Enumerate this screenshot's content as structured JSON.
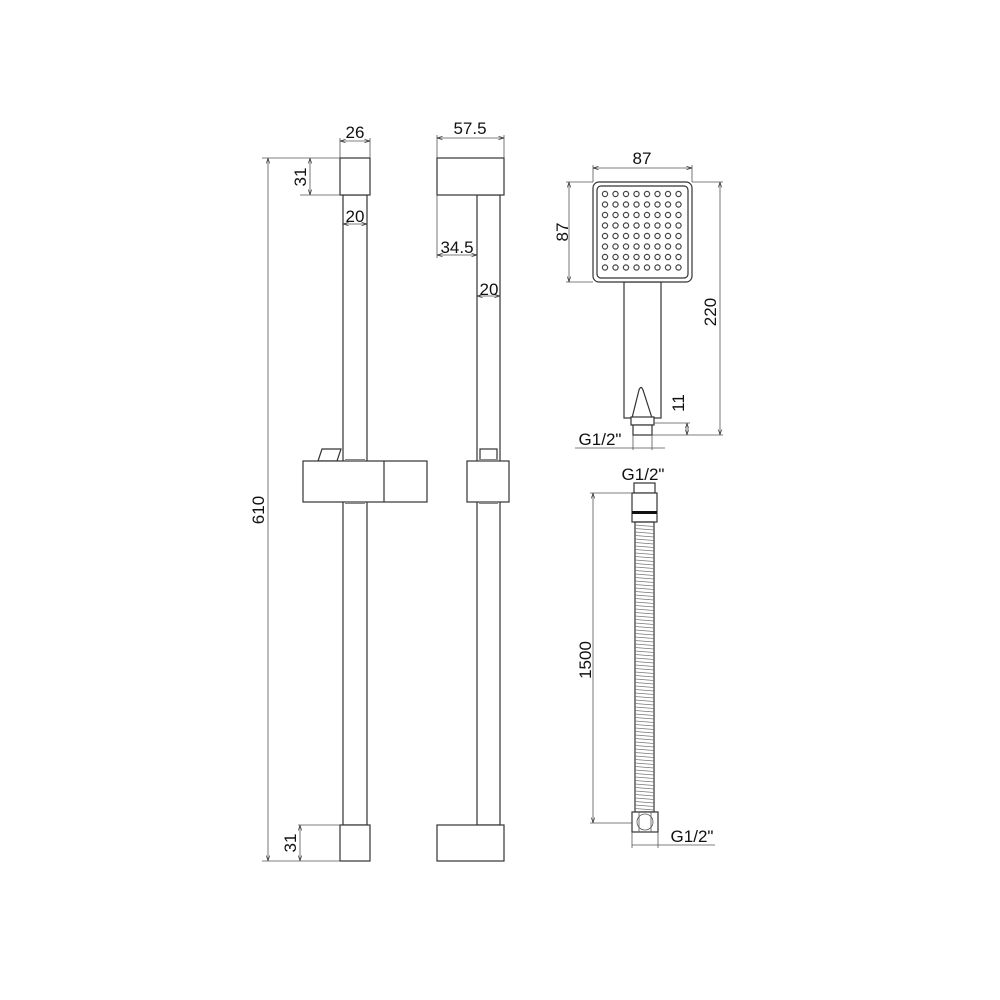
{
  "dimensions": {
    "rail_height": "610",
    "top_bracket_height": "31",
    "bottom_bracket_height": "31",
    "bracket_width_front": "26",
    "rail_diameter_front": "20",
    "bracket_depth_side": "57.5",
    "wall_offset_side": "34.5",
    "rail_diameter_side": "20",
    "head_width": "87",
    "head_height": "87",
    "hand_shower_length": "220",
    "connector_length": "11",
    "hand_shower_thread": "G1/2\"",
    "hose_top_thread": "G1/2\"",
    "hose_length": "1500",
    "hose_bottom_thread": "G1/2\""
  },
  "colors": {
    "line": "#333333",
    "background": "#ffffff"
  }
}
